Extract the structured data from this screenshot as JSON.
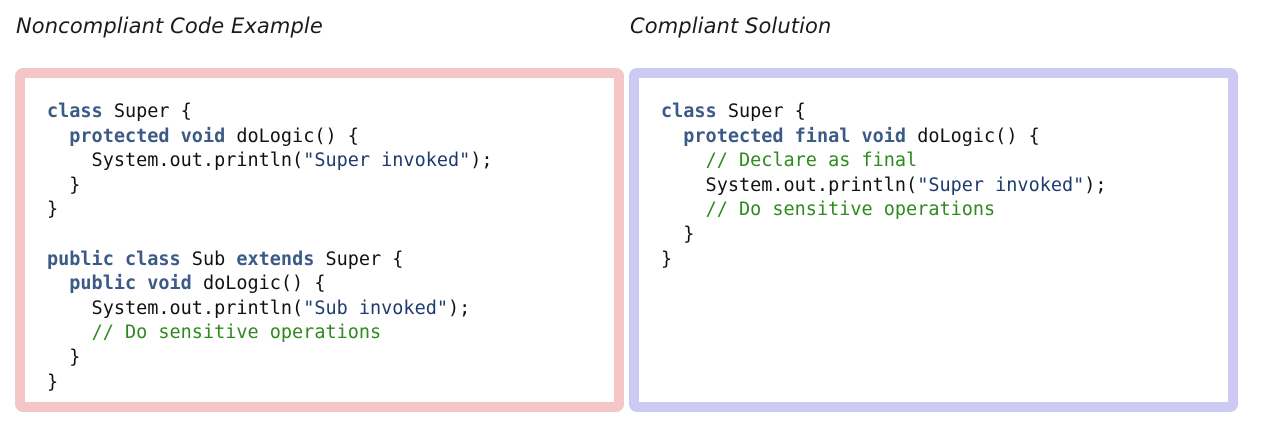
{
  "left_panel": {
    "title": "Noncompliant Code Example",
    "lines": [
      [
        {
          "t": "kw",
          "v": "class"
        },
        {
          "t": "tx",
          "v": " Super {"
        }
      ],
      [
        {
          "t": "tx",
          "v": "  "
        },
        {
          "t": "kw",
          "v": "protected"
        },
        {
          "t": "tx",
          "v": " "
        },
        {
          "t": "kw",
          "v": "void"
        },
        {
          "t": "tx",
          "v": " doLogic() {"
        }
      ],
      [
        {
          "t": "tx",
          "v": "    System.out.println("
        },
        {
          "t": "str",
          "v": "\"Super invoked\""
        },
        {
          "t": "tx",
          "v": ");"
        }
      ],
      [
        {
          "t": "tx",
          "v": "  }"
        }
      ],
      [
        {
          "t": "tx",
          "v": "}"
        }
      ],
      [
        {
          "t": "tx",
          "v": ""
        }
      ],
      [
        {
          "t": "kw",
          "v": "public"
        },
        {
          "t": "tx",
          "v": " "
        },
        {
          "t": "kw",
          "v": "class"
        },
        {
          "t": "tx",
          "v": " Sub "
        },
        {
          "t": "kw",
          "v": "extends"
        },
        {
          "t": "tx",
          "v": " Super {"
        }
      ],
      [
        {
          "t": "tx",
          "v": "  "
        },
        {
          "t": "kw",
          "v": "public"
        },
        {
          "t": "tx",
          "v": " "
        },
        {
          "t": "kw",
          "v": "void"
        },
        {
          "t": "tx",
          "v": " doLogic() {"
        }
      ],
      [
        {
          "t": "tx",
          "v": "    System.out.println("
        },
        {
          "t": "str",
          "v": "\"Sub invoked\""
        },
        {
          "t": "tx",
          "v": ");"
        }
      ],
      [
        {
          "t": "tx",
          "v": "    "
        },
        {
          "t": "cmt",
          "v": "// Do sensitive operations"
        }
      ],
      [
        {
          "t": "tx",
          "v": "  }"
        }
      ],
      [
        {
          "t": "tx",
          "v": "}"
        }
      ]
    ]
  },
  "right_panel": {
    "title": "Compliant Solution",
    "lines": [
      [
        {
          "t": "kw",
          "v": "class"
        },
        {
          "t": "tx",
          "v": " Super {"
        }
      ],
      [
        {
          "t": "tx",
          "v": "  "
        },
        {
          "t": "kw",
          "v": "protected"
        },
        {
          "t": "tx",
          "v": " "
        },
        {
          "t": "kw",
          "v": "final"
        },
        {
          "t": "tx",
          "v": " "
        },
        {
          "t": "kw",
          "v": "void"
        },
        {
          "t": "tx",
          "v": " doLogic() {"
        }
      ],
      [
        {
          "t": "tx",
          "v": "    "
        },
        {
          "t": "cmt",
          "v": "// Declare as final"
        }
      ],
      [
        {
          "t": "tx",
          "v": "    System.out.println("
        },
        {
          "t": "str",
          "v": "\"Super invoked\""
        },
        {
          "t": "tx",
          "v": ");"
        }
      ],
      [
        {
          "t": "tx",
          "v": "    "
        },
        {
          "t": "cmt",
          "v": "// Do sensitive operations"
        }
      ],
      [
        {
          "t": "tx",
          "v": "  }"
        }
      ],
      [
        {
          "t": "tx",
          "v": "}"
        }
      ]
    ]
  },
  "colors": {
    "left_frame": "#f4c7c6",
    "right_frame": "#cccaf4",
    "keyword": "#3b5a86",
    "string": "#1e3b6e",
    "comment": "#2e8a1e"
  }
}
